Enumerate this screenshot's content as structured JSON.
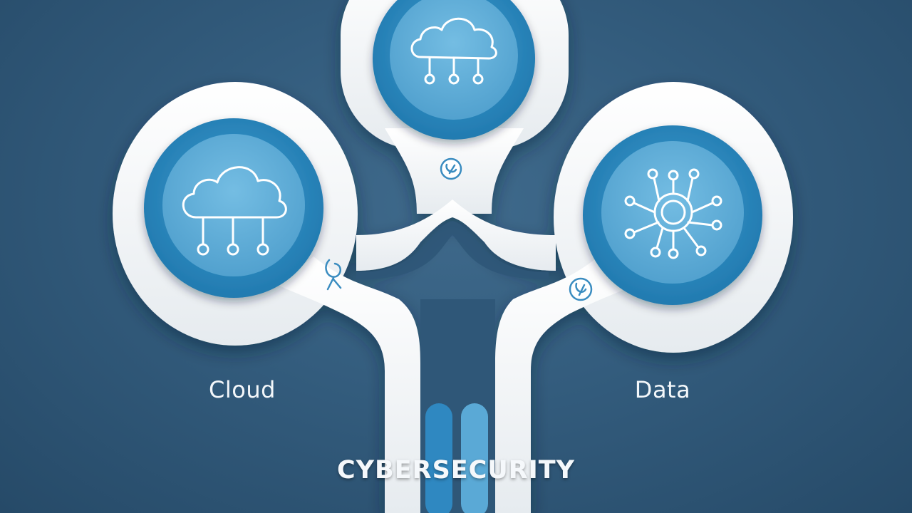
{
  "diagram": {
    "title": "CYBERSECURITY",
    "nodes": [
      {
        "id": "left",
        "label": "Cloud",
        "icon": "cloud-network-icon"
      },
      {
        "id": "top",
        "label": "",
        "icon": "cloud-network-icon"
      },
      {
        "id": "right",
        "label": "Data",
        "icon": "network-hub-icon"
      }
    ],
    "badges": [
      "link-badge-icon",
      "link-badge-icon",
      "link-badge-icon"
    ]
  },
  "colors": {
    "background": "#335c7d",
    "panel": "#f4f6f8",
    "accent_dark": "#2b8ac0",
    "accent_light": "#5fb0dc",
    "icon_stroke": "#ffffff",
    "text": "#f3f7fa"
  }
}
